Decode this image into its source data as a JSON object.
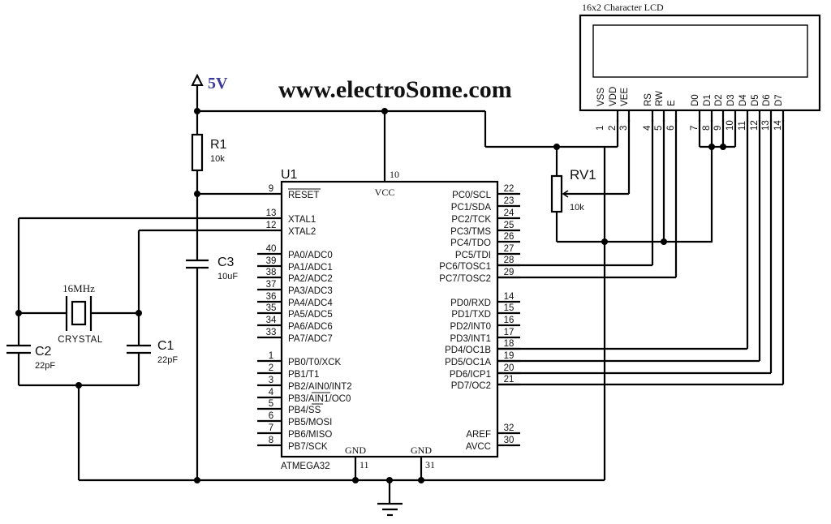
{
  "watermark": "www.electroSome.com",
  "power": {
    "label": "5V",
    "color": "#3b3b9a"
  },
  "mcu": {
    "ref": "U1",
    "part": "ATMEGA32",
    "vcc_label": "VCC",
    "vcc_pin": "10",
    "gnd_label": "GND",
    "gnd_pins": [
      "11",
      "31"
    ],
    "left_pins": [
      {
        "num": "9",
        "label": "RESET"
      },
      {
        "num": "13",
        "label": "XTAL1"
      },
      {
        "num": "12",
        "label": "XTAL2"
      },
      {
        "num": "40",
        "label": "PA0/ADC0"
      },
      {
        "num": "39",
        "label": "PA1/ADC1"
      },
      {
        "num": "38",
        "label": "PA2/ADC2"
      },
      {
        "num": "37",
        "label": "PA3/ADC3"
      },
      {
        "num": "36",
        "label": "PA4/ADC4"
      },
      {
        "num": "35",
        "label": "PA5/ADC5"
      },
      {
        "num": "34",
        "label": "PA6/ADC6"
      },
      {
        "num": "33",
        "label": "PA7/ADC7"
      },
      {
        "num": "1",
        "label": "PB0/T0/XCK"
      },
      {
        "num": "2",
        "label": "PB1/T1"
      },
      {
        "num": "3",
        "label": "PB2/AIN0/INT2"
      },
      {
        "num": "4",
        "label": "PB3/AIN1/OC0"
      },
      {
        "num": "5",
        "label": "PB4/SS"
      },
      {
        "num": "6",
        "label": "PB5/MOSI"
      },
      {
        "num": "7",
        "label": "PB6/MISO"
      },
      {
        "num": "8",
        "label": "PB7/SCK"
      }
    ],
    "right_pins": [
      {
        "num": "22",
        "label": "PC0/SCL"
      },
      {
        "num": "23",
        "label": "PC1/SDA"
      },
      {
        "num": "24",
        "label": "PC2/TCK"
      },
      {
        "num": "25",
        "label": "PC3/TMS"
      },
      {
        "num": "26",
        "label": "PC4/TDO"
      },
      {
        "num": "27",
        "label": "PC5/TDI"
      },
      {
        "num": "28",
        "label": "PC6/TOSC1"
      },
      {
        "num": "29",
        "label": "PC7/TOSC2"
      },
      {
        "num": "14",
        "label": "PD0/RXD"
      },
      {
        "num": "15",
        "label": "PD1/TXD"
      },
      {
        "num": "16",
        "label": "PD2/INT0"
      },
      {
        "num": "17",
        "label": "PD3/INT1"
      },
      {
        "num": "18",
        "label": "PD4/OC1B"
      },
      {
        "num": "19",
        "label": "PD5/OC1A"
      },
      {
        "num": "20",
        "label": "PD6/ICP1"
      },
      {
        "num": "21",
        "label": "PD7/OC2"
      },
      {
        "num": "32",
        "label": "AREF"
      },
      {
        "num": "30",
        "label": "AVCC"
      }
    ]
  },
  "components": {
    "r1": {
      "ref": "R1",
      "value": "10k"
    },
    "c3": {
      "ref": "C3",
      "value": "10uF"
    },
    "c1": {
      "ref": "C1",
      "value": "22pF"
    },
    "c2": {
      "ref": "C2",
      "value": "22pF"
    },
    "crystal": {
      "ref": "CRYSTAL",
      "value": "16MHz"
    },
    "rv1": {
      "ref": "RV1",
      "value": "10k"
    }
  },
  "lcd": {
    "title": "16x2 Character LCD",
    "pins": [
      {
        "num": "1",
        "label": "VSS"
      },
      {
        "num": "2",
        "label": "VDD"
      },
      {
        "num": "3",
        "label": "VEE"
      },
      {
        "num": "4",
        "label": "RS"
      },
      {
        "num": "5",
        "label": "RW"
      },
      {
        "num": "6",
        "label": "E"
      },
      {
        "num": "7",
        "label": "D0"
      },
      {
        "num": "8",
        "label": "D1"
      },
      {
        "num": "9",
        "label": "D2"
      },
      {
        "num": "10",
        "label": "D3"
      },
      {
        "num": "11",
        "label": "D4"
      },
      {
        "num": "12",
        "label": "D5"
      },
      {
        "num": "13",
        "label": "D6"
      },
      {
        "num": "14",
        "label": "D7"
      }
    ]
  }
}
